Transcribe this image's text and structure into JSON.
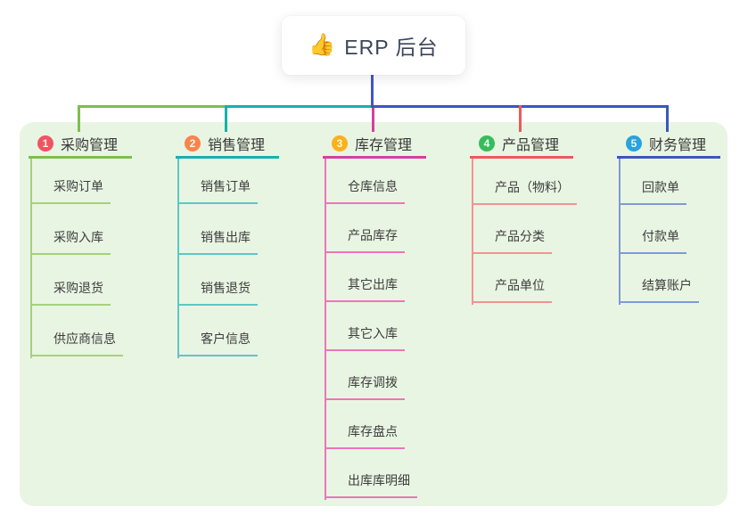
{
  "root": {
    "label": "ERP 后台",
    "icon": "thumbs-up-icon",
    "icon_char": "👍"
  },
  "colors": {
    "page_background": "#ffffff",
    "panel_background": "#e9f5e3",
    "root_connector": "#4356c4",
    "root_text": "#3b4559",
    "node_text": "#3d3d3d"
  },
  "branches": [
    {
      "id": "purchase",
      "badge": "1",
      "label": "采购管理",
      "badge_color": "#ee5560",
      "line_color": "#7dbf4e",
      "child_line_color": "#a5d17d",
      "children": [
        {
          "label": "采购订单"
        },
        {
          "label": "采购入库"
        },
        {
          "label": "采购退货"
        },
        {
          "label": "供应商信息"
        }
      ]
    },
    {
      "id": "sales",
      "badge": "2",
      "label": "销售管理",
      "badge_color": "#f8854d",
      "line_color": "#14b2ac",
      "child_line_color": "#5ec7c2",
      "children": [
        {
          "label": "销售订单"
        },
        {
          "label": "销售出库"
        },
        {
          "label": "销售退货"
        },
        {
          "label": "客户信息"
        }
      ]
    },
    {
      "id": "inventory",
      "badge": "3",
      "label": "库存管理",
      "badge_color": "#fbb01c",
      "line_color": "#d63f9d",
      "child_line_color": "#ee74ba",
      "children": [
        {
          "label": "仓库信息"
        },
        {
          "label": "产品库存"
        },
        {
          "label": "其它出库"
        },
        {
          "label": "其它入库"
        },
        {
          "label": "库存调拨"
        },
        {
          "label": "库存盘点"
        },
        {
          "label": "出库库明细"
        }
      ]
    },
    {
      "id": "product",
      "badge": "4",
      "label": "产品管理",
      "badge_color": "#35bd5b",
      "line_color": "#ee585d",
      "child_line_color": "#f29392",
      "children": [
        {
          "label": "产品（物料）"
        },
        {
          "label": "产品分类"
        },
        {
          "label": "产品单位"
        }
      ]
    },
    {
      "id": "finance",
      "badge": "5",
      "label": "财务管理",
      "badge_color": "#2ba2dd",
      "line_color": "#3c56c0",
      "child_line_color": "#7f99d9",
      "children": [
        {
          "label": "回款单"
        },
        {
          "label": "付款单"
        },
        {
          "label": "结算账户"
        }
      ]
    }
  ]
}
